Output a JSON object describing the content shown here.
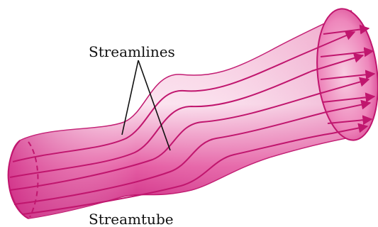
{
  "labels": {
    "streamlines": "Streamlines",
    "streamtube": "Streamtube"
  },
  "colors": {
    "tube_fill_dark": "#c41e78",
    "tube_fill_light": "#fbe1ee",
    "tube_fill_mid": "#e35ea3",
    "line": "#c0166e",
    "outline": "#c0166e",
    "pointer": "#111111"
  },
  "icons": {
    "arrowhead": "filled-triangle-arrowhead"
  }
}
